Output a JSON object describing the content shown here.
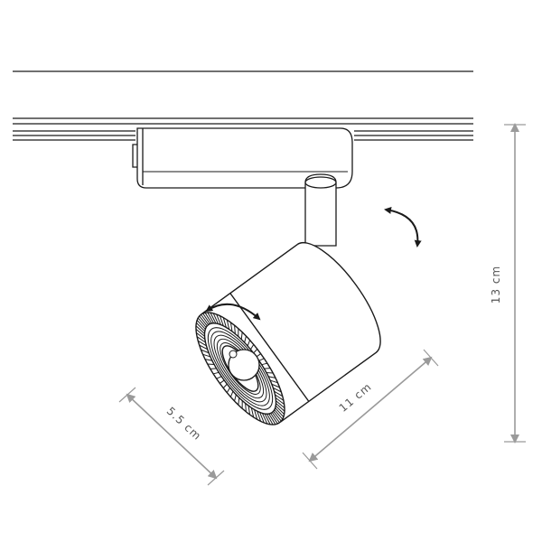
{
  "dimensions": {
    "height_label": "13 cm",
    "length_label": "11 cm",
    "diameter_label": "5.5 cm"
  },
  "colors": {
    "line": "#1a1a1a",
    "arrow": "#9a9a9a",
    "label": "#555555"
  }
}
